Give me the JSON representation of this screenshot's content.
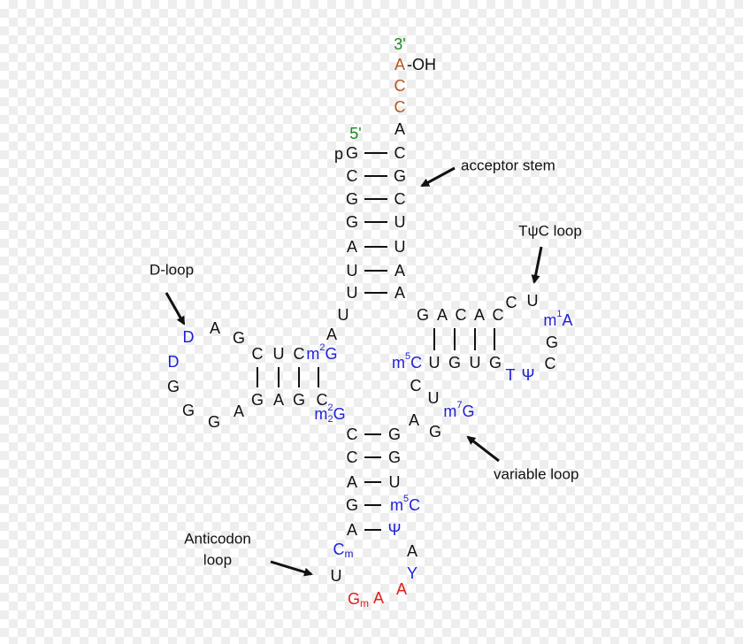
{
  "colors": {
    "black": "#111111",
    "blue": "#1f1fd6",
    "red": "#e21d1d",
    "orange": "#b8561c",
    "green": "#1d8a1d",
    "background_check": "#eeeeee"
  },
  "labels": {
    "three_prime": "3'",
    "five_prime": "5'",
    "oh": "-OH",
    "p": "p",
    "acceptor_stem": "acceptor stem",
    "t_loop": "TψC loop",
    "d_loop": "D-loop",
    "variable_loop": "variable loop",
    "anticodon_loop_line1": "Anticodon",
    "anticodon_loop_line2": "loop"
  },
  "acceptor": {
    "tail": [
      "A",
      "C",
      "C",
      "A"
    ],
    "left": [
      "G",
      "C",
      "G",
      "G",
      "A",
      "U",
      "U"
    ],
    "right": [
      "C",
      "G",
      "C",
      "U",
      "U",
      "A",
      "A"
    ]
  },
  "d_arm": {
    "top": [
      "C",
      "U",
      "C",
      "m2G"
    ],
    "bottom": [
      "G",
      "A",
      "G",
      "C"
    ],
    "loop": [
      "G",
      "A",
      "D",
      "D",
      "G",
      "G",
      "G",
      "A"
    ],
    "junction_U": "U",
    "junction_A": "A",
    "m22G": "m22G"
  },
  "t_arm": {
    "top": [
      "G",
      "A",
      "C",
      "A",
      "C"
    ],
    "bottom": [
      "m5C",
      "U",
      "G",
      "U",
      "G"
    ],
    "loop": [
      "C",
      "U",
      "m1A",
      "G",
      "C",
      "Ψ",
      "T"
    ]
  },
  "variable": [
    "C",
    "U",
    "m7G",
    "G",
    "A"
  ],
  "anticodon_stem": {
    "left": [
      "C",
      "C",
      "A",
      "G",
      "A"
    ],
    "right": [
      "G",
      "G",
      "U",
      "m5C",
      "Ψ"
    ]
  },
  "anticodon_loop": [
    "Cm",
    "U",
    "Gm",
    "A",
    "A",
    "Y",
    "A"
  ]
}
